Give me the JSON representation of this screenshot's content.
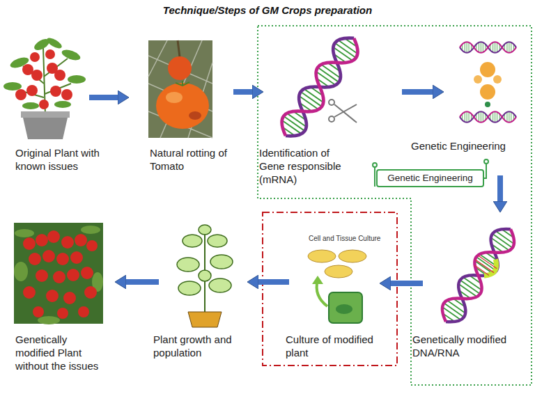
{
  "diagram": {
    "title": "Technique/Steps of GM Crops preparation",
    "nodes": [
      {
        "text": [
          "Original Plant with known issues"
        ]
      },
      {
        "text": [
          "Natural rotting of Tomato"
        ]
      },
      {
        "text": [
          "Identification of Gene responsible (mRNA)"
        ]
      },
      {
        "text": [
          "Genetic Engineering"
        ]
      },
      {
        "text": [
          "Genetic Engineering"
        ]
      },
      {
        "text": [
          "Genetically modified DNA/RNA"
        ]
      },
      {
        "text": [
          "Culture of modified plant"
        ]
      },
      {
        "text": [
          "Plant growth and population"
        ]
      },
      {
        "text": [
          "Genetically modified Plant without the issues"
        ]
      }
    ],
    "edges": [
      {
        "from": 0,
        "to": 1,
        "arrow": "to"
      },
      {
        "from": 1,
        "to": 2,
        "arrow": "to"
      },
      {
        "from": 2,
        "to": 3,
        "arrow": "to"
      },
      {
        "from": 3,
        "to": 5,
        "arrow": "to"
      },
      {
        "from": 5,
        "to": 6,
        "arrow": "to"
      },
      {
        "from": 6,
        "to": 7,
        "arrow": "to"
      },
      {
        "from": 7,
        "to": 8,
        "arrow": "to"
      }
    ],
    "labels": [
      "Cell and Tissue Culture"
    ]
  }
}
